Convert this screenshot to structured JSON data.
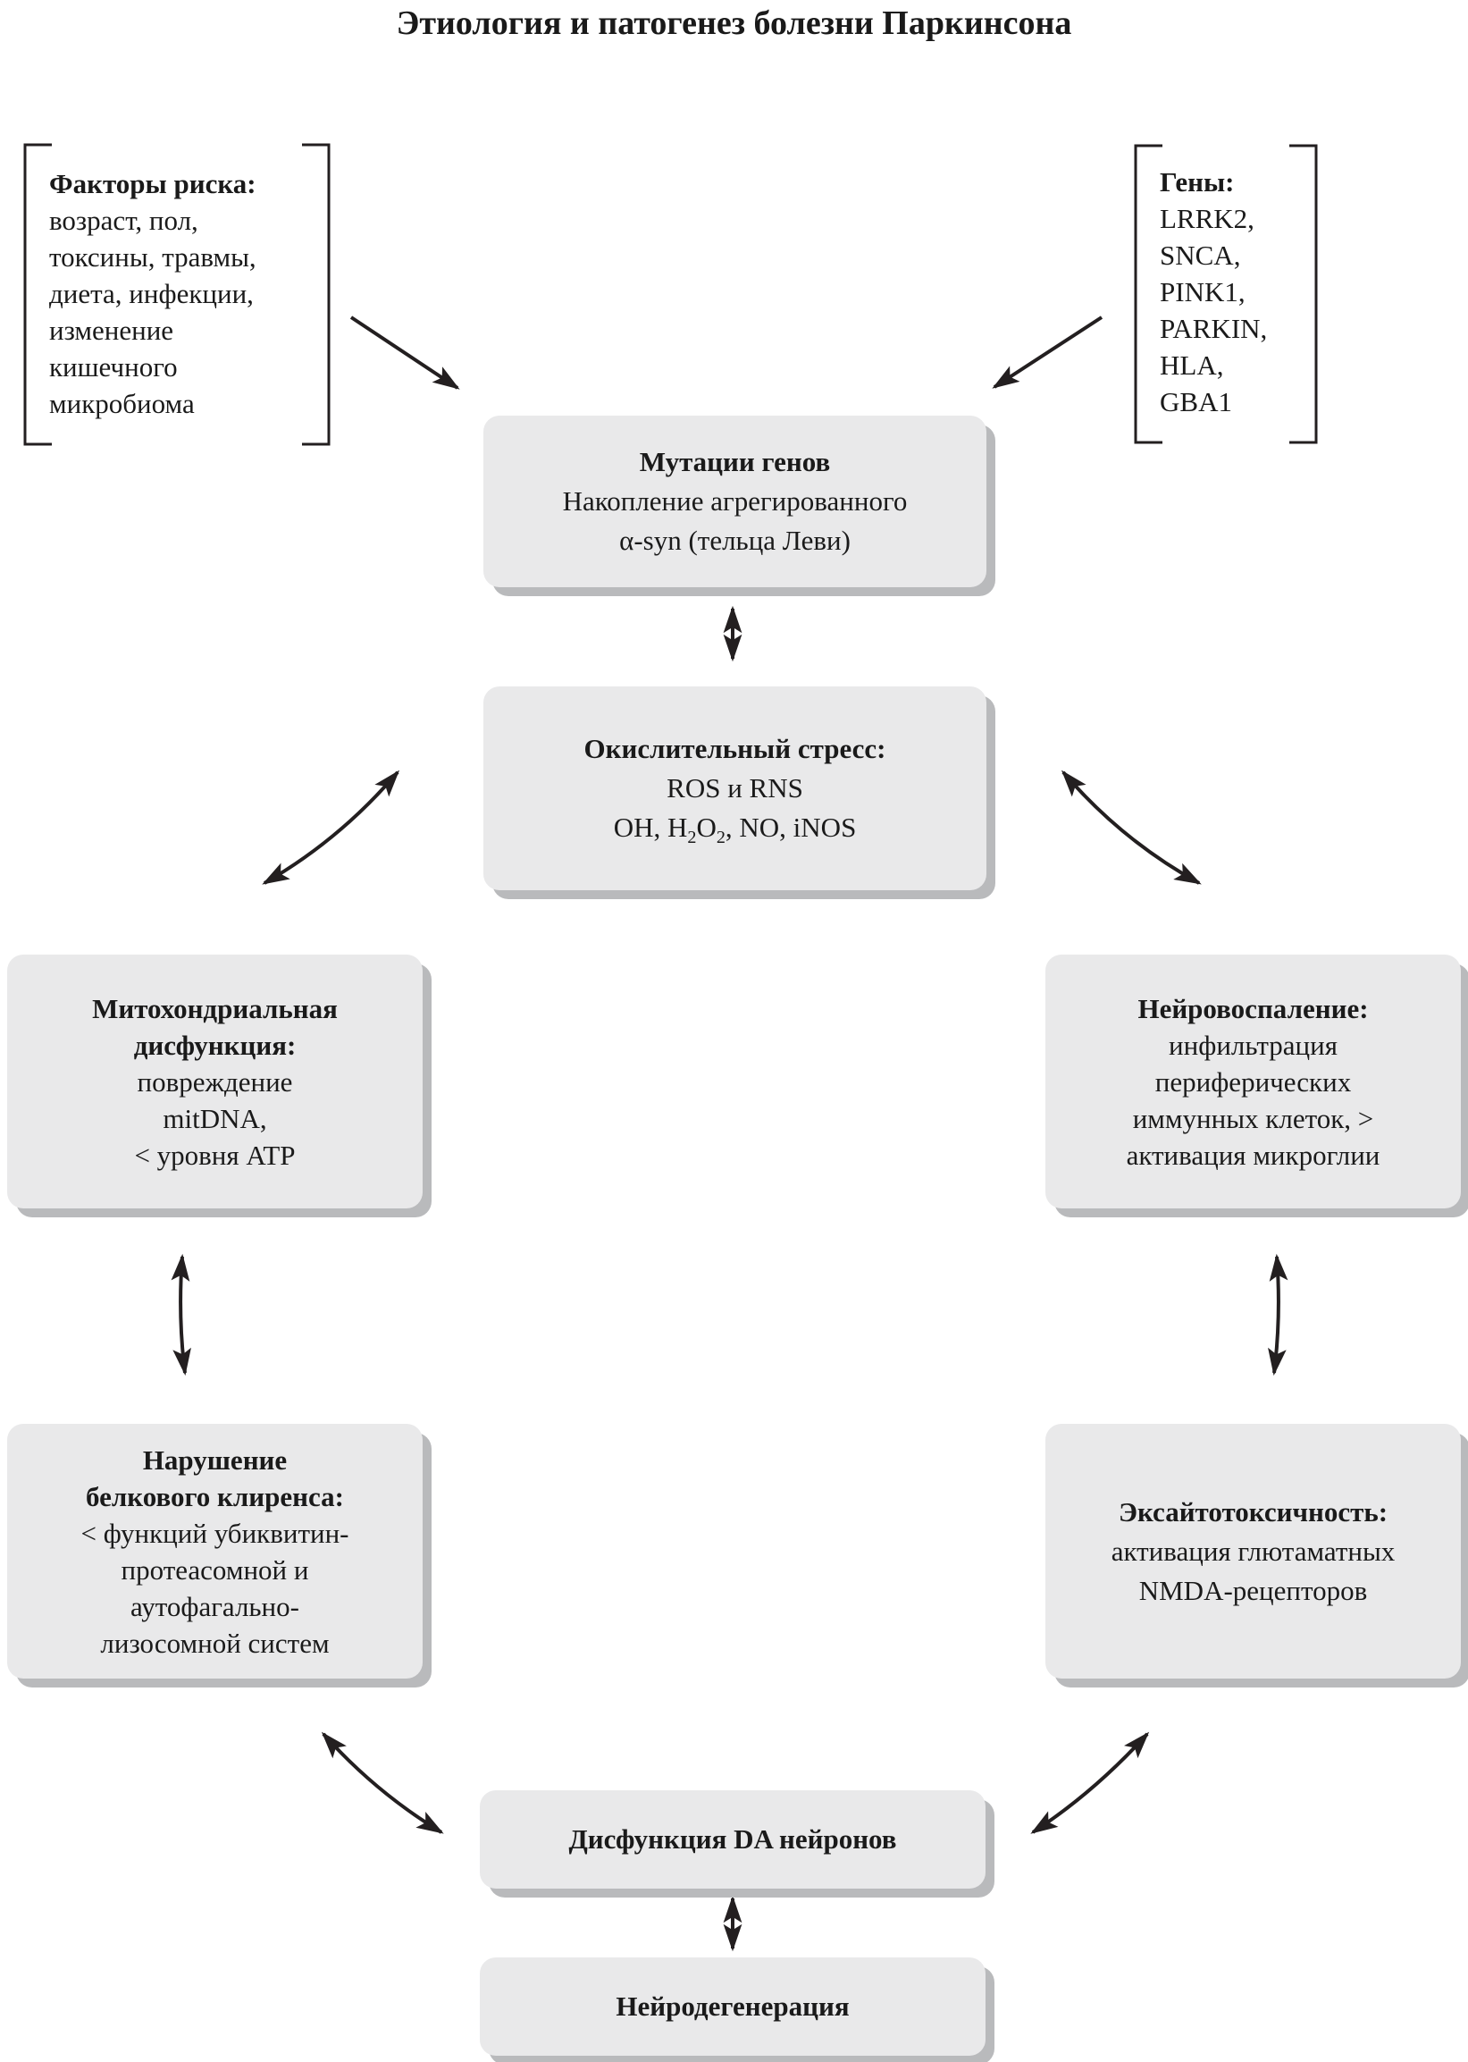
{
  "title": "Этиология и патогенез болезни Паркинсона",
  "risk_factors": {
    "heading": "Факторы риска:",
    "lines": [
      "возраст, пол,",
      "токсины, травмы,",
      "диета, инфекции,",
      "изменение",
      "кишечного",
      "микробиома"
    ]
  },
  "genes": {
    "heading": "Гены:",
    "lines": [
      "LRRK2,",
      "SNCA,",
      "PINK1,",
      "PARKIN,",
      "HLA,",
      "GBA1"
    ]
  },
  "nodes": {
    "mutations": {
      "title": "Мутации генов",
      "lines": [
        "Накопление агрегированного",
        "α-syn (тельца Леви)"
      ]
    },
    "oxidative": {
      "title": "Окислительный стресс:",
      "line1": "ROS и RNS",
      "formula": [
        "OH, H",
        "2",
        "O",
        "2",
        ", NO, iNOS"
      ]
    },
    "mito": {
      "title_lines": [
        "Митохондриальная",
        "дисфункция:"
      ],
      "lines": [
        "повреждение",
        "mitDNA,",
        "< уровня ATP"
      ]
    },
    "neuroinflammation": {
      "title": "Нейровоспаление:",
      "lines": [
        "инфильтрация",
        "периферических",
        "иммунных клеток, >",
        "активация микроглии"
      ]
    },
    "protein_clearance": {
      "title_lines": [
        "Нарушение",
        "белкового клиренса:"
      ],
      "lines": [
        "< функций убиквитин-",
        "протеасомной и",
        "аутофагально-",
        "лизосомной систем"
      ]
    },
    "excitotoxicity": {
      "title": "Эксайтотоксичность:",
      "lines": [
        "активация глютаматных",
        "NMDA-рецепторов"
      ]
    },
    "da_dysfunction": {
      "title": "Дисфункция DA нейронов"
    },
    "neurodegeneration": {
      "title": "Нейродегенерация"
    }
  },
  "colors": {
    "box_fill": "#e9e9ea",
    "box_shadow": "#b9babc",
    "line": "#231f20",
    "text": "#1a1a1a"
  }
}
